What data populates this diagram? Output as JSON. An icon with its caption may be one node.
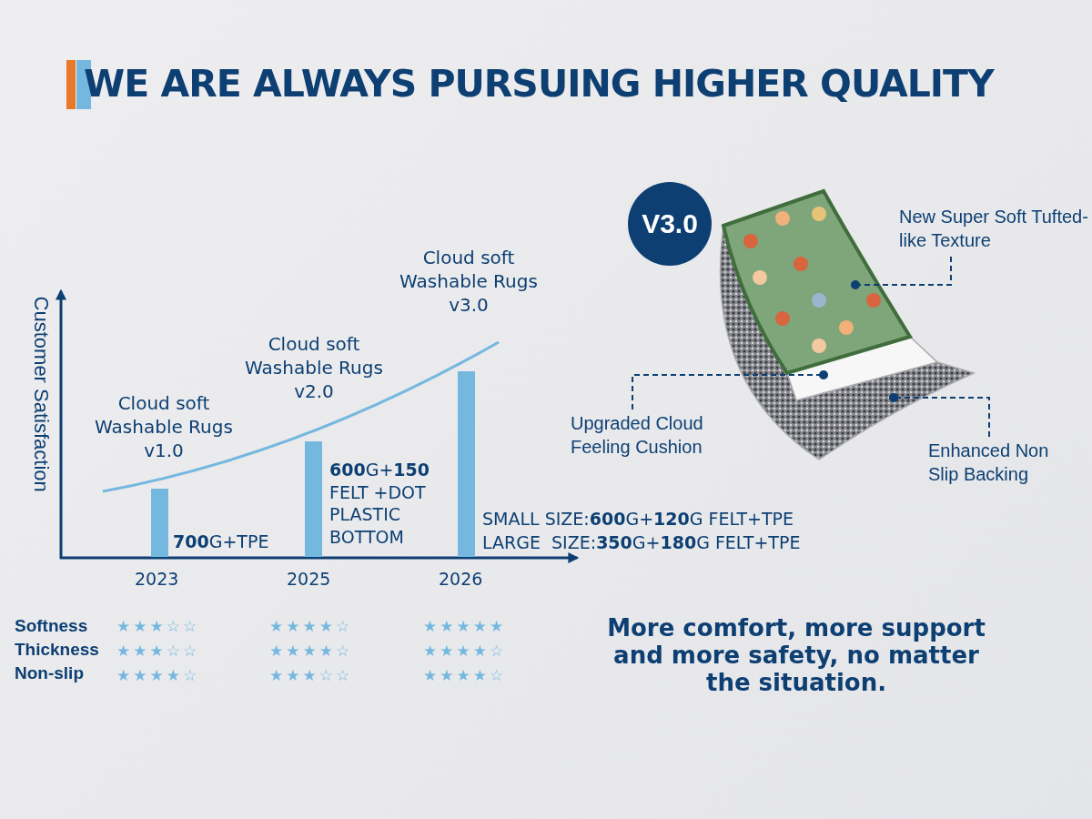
{
  "diagram": {
    "title": "WE ARE ALWAYS PURSUING HIGHER QUALITY",
    "nodes": [
      {
        "text": [],
        "shape": "bar",
        "beside": [
          "Cloud soft Washable Rugs v1.0",
          "**700**G+TPE",
          "2023"
        ]
      },
      {
        "text": [],
        "shape": "bar",
        "beside": [
          "Cloud soft Washable Rugs v2.0",
          "**600**G+**150** FELT +DOT PLASTIC BOTTOM",
          "2025"
        ]
      },
      {
        "text": [],
        "shape": "bar",
        "beside": [
          "Cloud soft Washable Rugs v3.0",
          "SMALL SIZE:**600**G+**120**G FELT+TPE",
          "LARGE  SIZE:**350**G+**180**G FELT+TPE",
          "2026"
        ]
      },
      {
        "text": [
          "V3.0"
        ]
      },
      {
        "text": [],
        "shape": "picture"
      },
      {
        "text": [],
        "shape": "picture"
      },
      {
        "text": [],
        "shape": "picture"
      },
      {
        "text": [
          "New Super Soft Tufted-like Texture"
        ]
      },
      {
        "text": [
          "Upgraded Cloud Feeling Cushion"
        ]
      },
      {
        "text": [
          "Enhanced Non Slip Backing"
        ]
      }
    ],
    "edges": [
      {
        "from": 7,
        "to": 4,
        "arrow": "other",
        "style": "dashed"
      },
      {
        "from": 8,
        "to": 5,
        "arrow": "other",
        "style": "dashed"
      },
      {
        "from": 9,
        "to": 6,
        "arrow": "other",
        "style": "dashed"
      }
    ],
    "labels": [
      "Customer Satisfaction",
      "Softness",
      "★★★☆☆",
      "★★★★☆",
      "★★★★★",
      "Thickness",
      "★★★☆☆",
      "★★★★☆",
      "★★★★☆",
      "Non-slip",
      "★★★★☆",
      "★★★☆☆",
      "★★★★☆",
      "More comfort, more support and more safety, no matter the situation."
    ]
  }
}
